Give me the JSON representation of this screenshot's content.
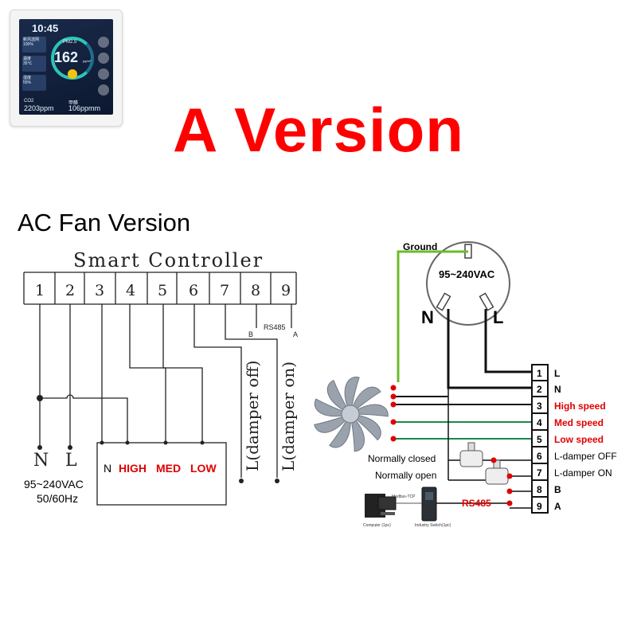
{
  "device": {
    "time": "10:45",
    "pm_label": "PM2.5",
    "pm_value": "162",
    "pm_unit": "μg/m³",
    "left_panel_1_label": "新风选网",
    "left_panel_1_value": "100%",
    "left_panel_2_label": "温度",
    "left_panel_2_value": "35℃",
    "left_panel_3_label": "湿度",
    "left_panel_3_value": "55%",
    "co2_label": "CO2",
    "co2_value": "2203ppm",
    "tvoc_label": "甲醛",
    "tvoc_value": "106ppmm"
  },
  "title": "A Version",
  "subtitle": "AC Fan Version",
  "left_diagram": {
    "controller_title": "Smart Controller",
    "terminals": [
      "1",
      "2",
      "3",
      "4",
      "5",
      "6",
      "7",
      "8",
      "9"
    ],
    "b_label": "B",
    "rs485_label": "RS485",
    "a_label": "A",
    "n_label": "N",
    "l_label": "L",
    "supply_voltage": "95~240VAC",
    "supply_freq": "50/60Hz",
    "box_n": "N",
    "box_high": "HIGH",
    "box_med": "MED",
    "box_low": "LOW",
    "damper_off": "L(damper off)",
    "damper_on": "L(damper on)"
  },
  "right_diagram": {
    "ground_label": "Ground",
    "supply_voltage": "95~240VAC",
    "n_label": "N",
    "l_label": "L",
    "terminals": [
      {
        "num": "1",
        "label": "L"
      },
      {
        "num": "2",
        "label": "N"
      },
      {
        "num": "3",
        "label": "High speed"
      },
      {
        "num": "4",
        "label": "Med speed"
      },
      {
        "num": "5",
        "label": "Low speed"
      },
      {
        "num": "6",
        "label": "L-damper OFF"
      },
      {
        "num": "7",
        "label": "L-damper ON"
      },
      {
        "num": "8",
        "label": "B"
      },
      {
        "num": "9",
        "label": "A"
      }
    ],
    "normally_closed": "Normally closed",
    "normally_open": "Normally open",
    "rs485": "RS485",
    "modbus_tcp": "Modbus-TCP",
    "computer_caption": "Computer (1pc)",
    "switch_caption": "Industry Switch(1pc)"
  },
  "colors": {
    "title_red": "#ff0000",
    "wire_green": "#6dbb2a",
    "wire_teal": "#1a8a4a",
    "dot_red": "#e00000"
  }
}
